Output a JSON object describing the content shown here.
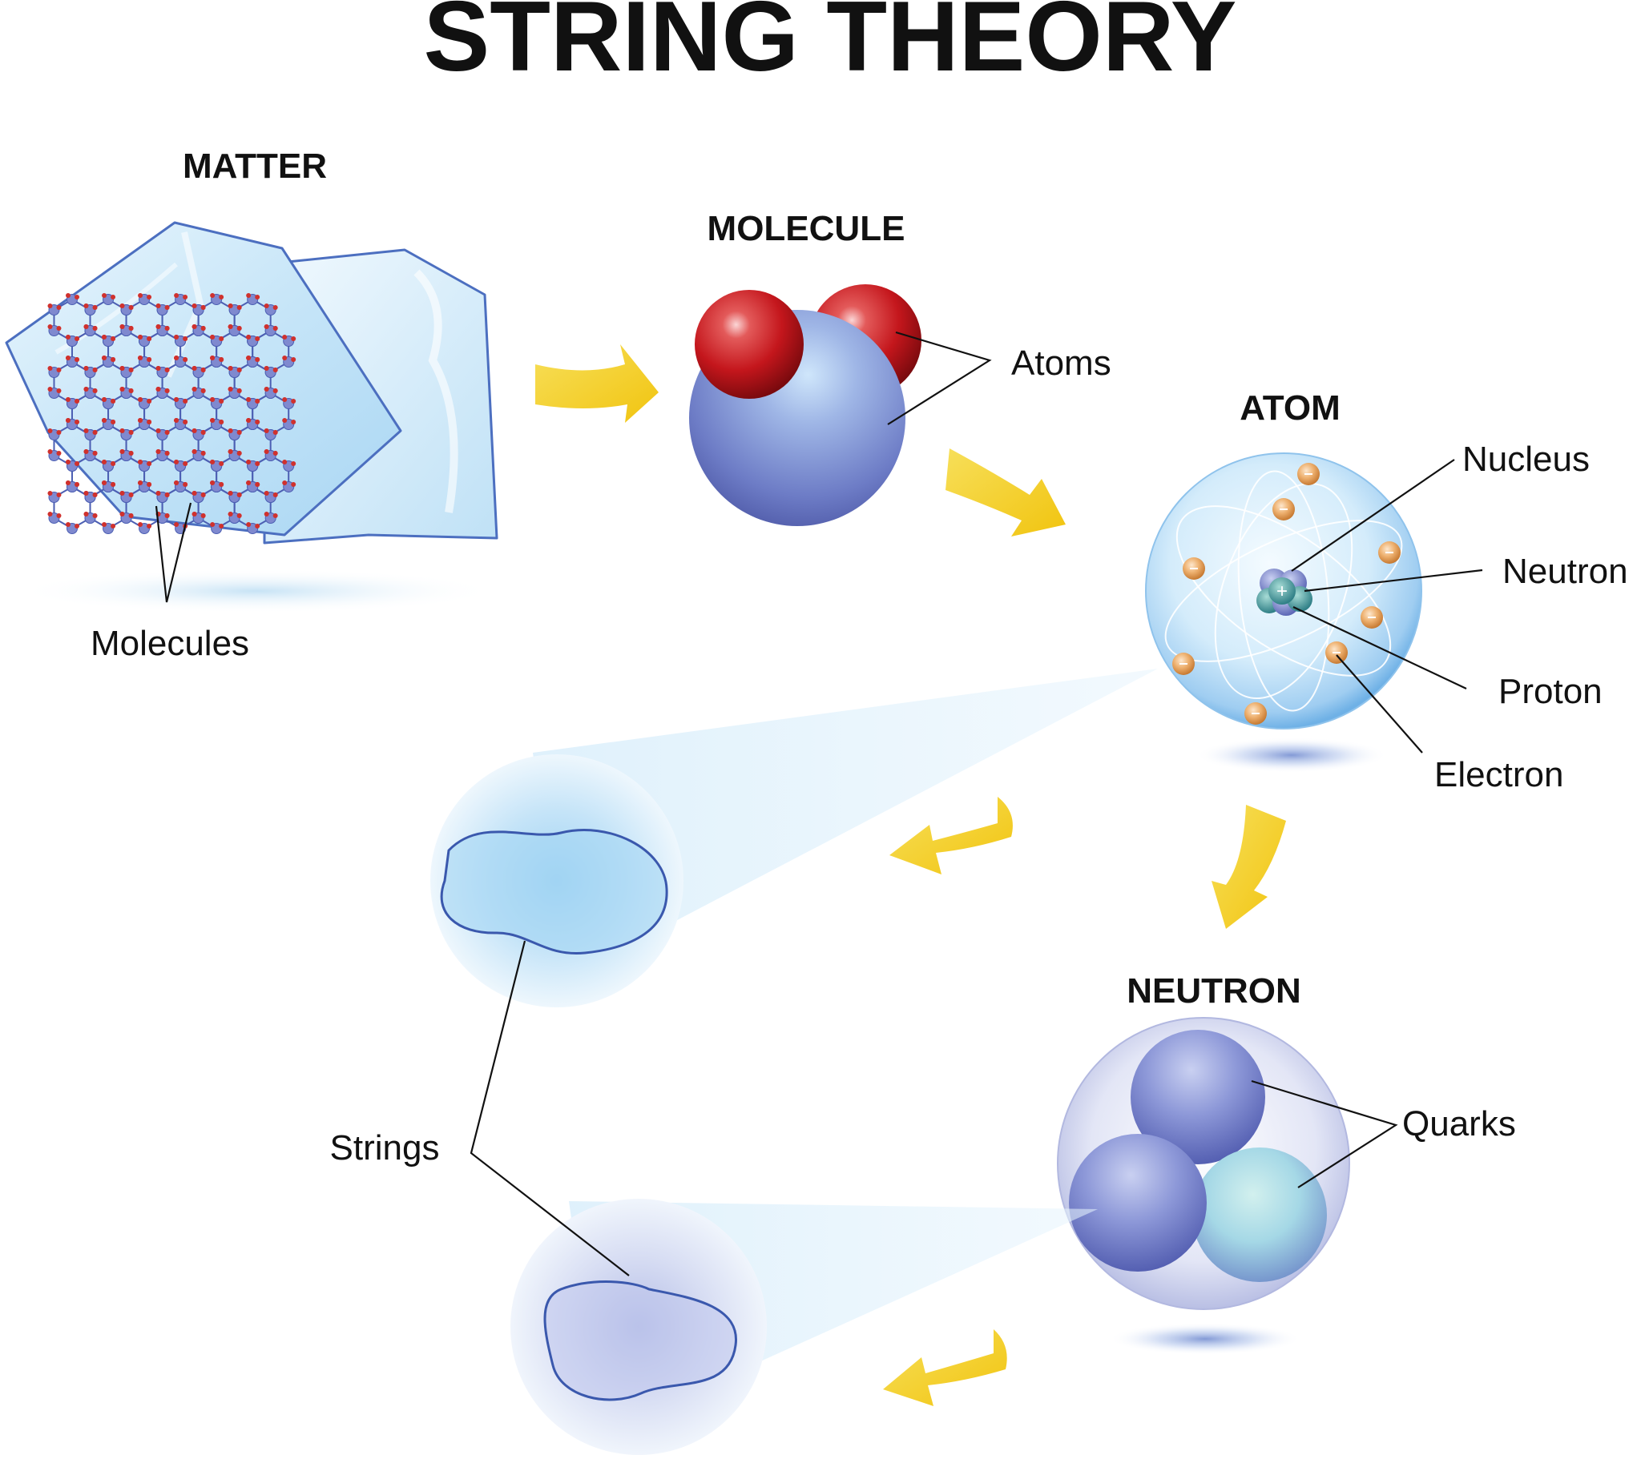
{
  "title": "STRING THEORY",
  "headings": {
    "matter": "MATTER",
    "molecule": "MOLECULE",
    "atom": "ATOM",
    "neutron": "NEUTRON"
  },
  "labels": {
    "molecules": "Molecules",
    "atoms": "Atoms",
    "nucleus": "Nucleus",
    "neutron": "Neutron",
    "proton": "Proton",
    "electron": "Electron",
    "quarks": "Quarks",
    "strings": "Strings"
  },
  "colors": {
    "arrow": "#f5cf1c",
    "ice": "#c9e6f8",
    "oxygen_atom": "#c4161c",
    "hydrogen_atom": "#7580c6",
    "quark": "#6f7ccb",
    "electron": "#e8a45a",
    "string_glow": "#9ed2f2",
    "leader_line": "#111111"
  }
}
